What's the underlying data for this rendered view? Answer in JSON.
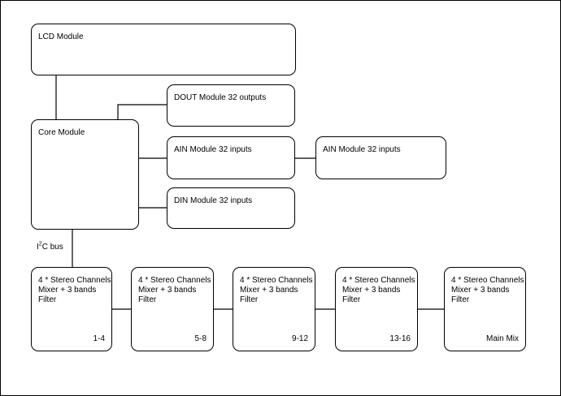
{
  "modules": {
    "lcd": "LCD Module",
    "dout": "DOUT Module 32 outputs",
    "core": "Core Module",
    "ain_1": "AIN Module 32 inputs",
    "ain_2": "AIN Module 32 inputs",
    "din": "DIN Module 32 inputs"
  },
  "bus": {
    "prefix": "I",
    "superscript": "2",
    "suffix": "C bus"
  },
  "channels": [
    {
      "line1": "4 * Stereo Channels",
      "line2": "Mixer + 3 bands",
      "line3": "Filter",
      "range": "1-4"
    },
    {
      "line1": "4 * Stereo Channels",
      "line2": "Mixer + 3 bands",
      "line3": "Filter",
      "range": "5-8"
    },
    {
      "line1": "4 * Stereo Channels",
      "line2": "Mixer + 3 bands",
      "line3": "Filter",
      "range": "9-12"
    },
    {
      "line1": "4 * Stereo Channels",
      "line2": "Mixer + 3 bands",
      "line3": "Filter",
      "range": "13-16"
    },
    {
      "line1": "4 * Stereo Channels",
      "line2": "Mixer + 3 bands",
      "line3": "Filter",
      "range": "Main Mix"
    }
  ],
  "colors": {
    "stroke": "#000000",
    "background": "#ffffff"
  }
}
